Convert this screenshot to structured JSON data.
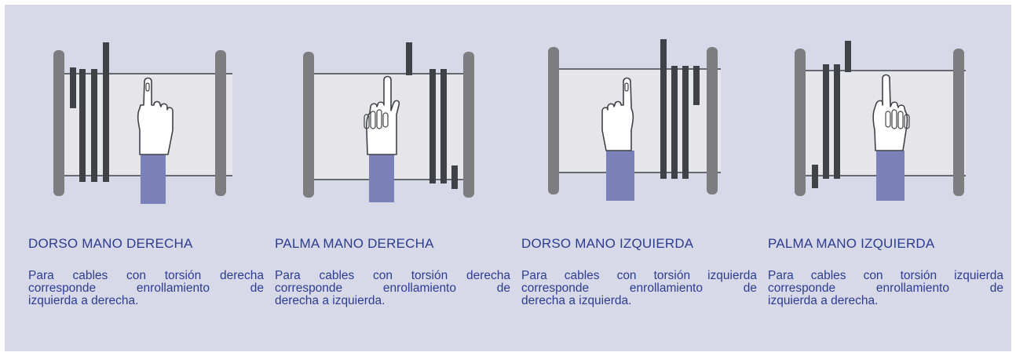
{
  "panels": [
    {
      "title": "DORSO MANO DERECHA",
      "lines": [
        "Para cables con torsión derecha",
        "corresponde enrollamiento de",
        "izquierda a derecha."
      ],
      "hand": "back-of-hand",
      "cable_side": "left"
    },
    {
      "title": "PALMA MANO DERECHA",
      "lines": [
        "Para cables con torsión derecha",
        "corresponde enrollamiento de",
        "derecha a izquierda."
      ],
      "hand": "palm",
      "cable_side": "right"
    },
    {
      "title": "DORSO MANO IZQUIERDA",
      "lines": [
        "Para cables con torsión izquierda",
        "corresponde enrollamiento de",
        "derecha a izquierda."
      ],
      "hand": "back-of-hand",
      "cable_side": "right"
    },
    {
      "title": "PALMA MANO IZQUIERDA",
      "lines": [
        "Para cables con torsión izquierda",
        "corresponde enrollamiento de",
        "izquierda a derecha."
      ],
      "hand": "palm",
      "cable_side": "left"
    }
  ],
  "colors": {
    "background": "#d7d8e8",
    "text": "#2c3d8f",
    "flange": "#7d7d80",
    "cable": "#3f4347",
    "drum": "#e6e6ea",
    "sleeve": "#7b82ba"
  }
}
